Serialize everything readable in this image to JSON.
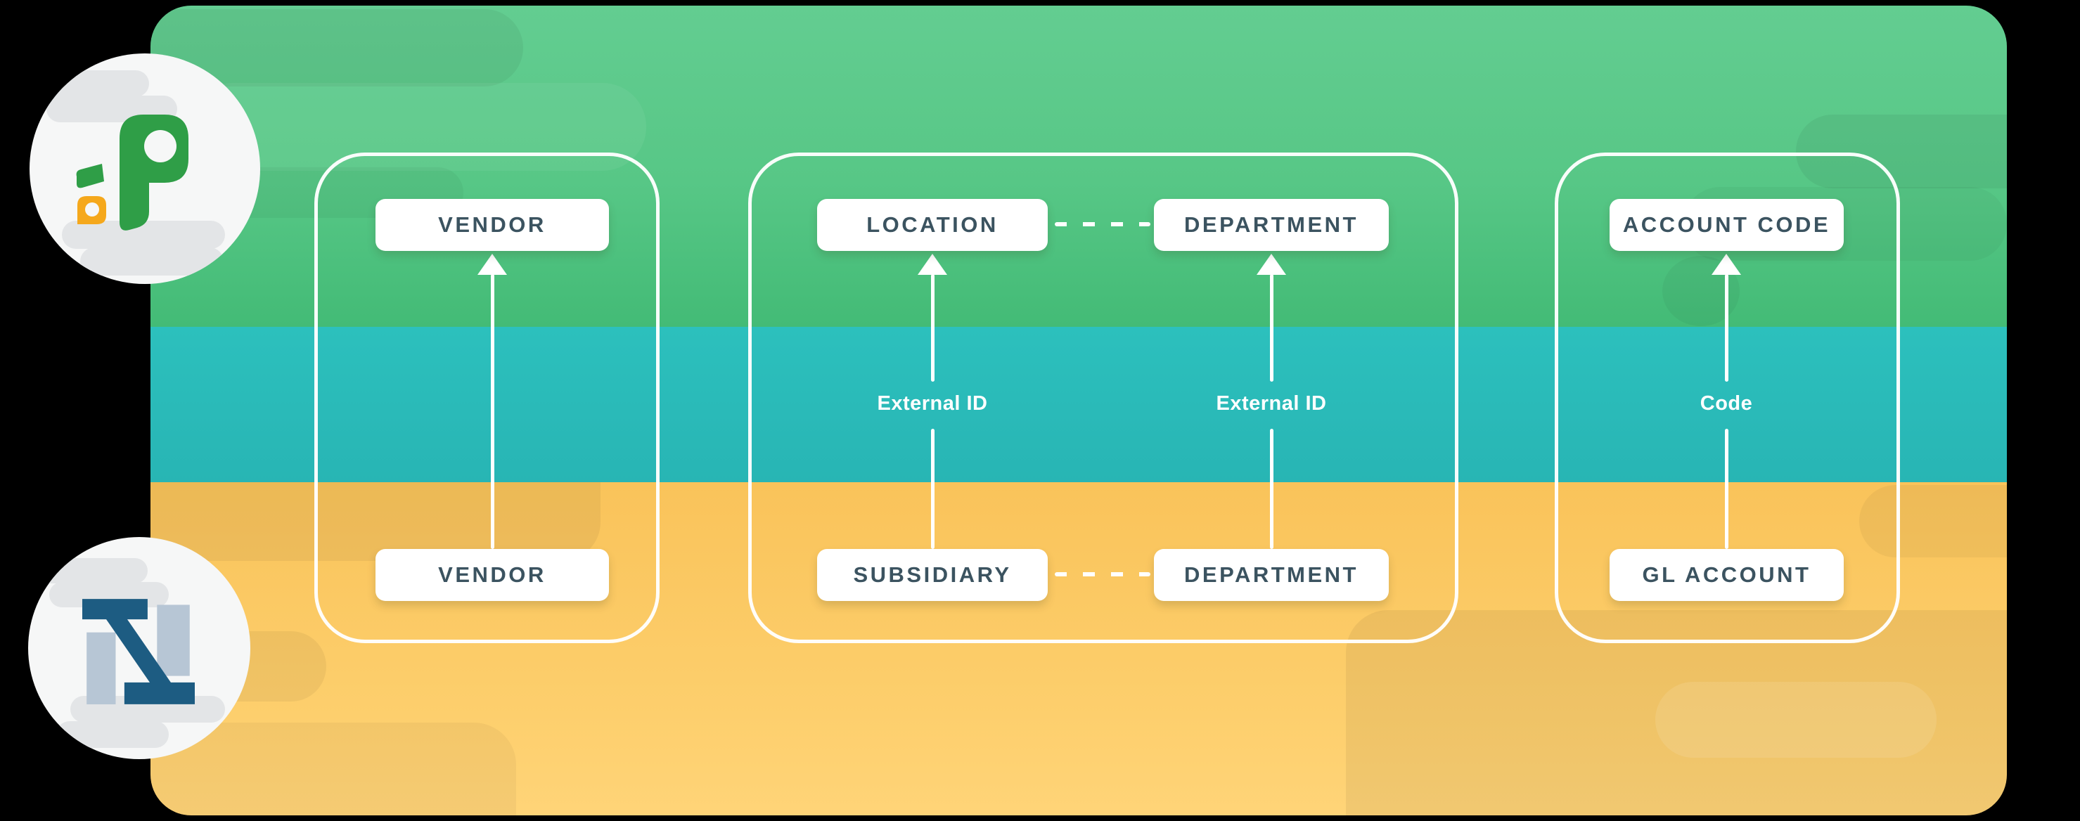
{
  "diagram": {
    "source_logo": "procurify-leaf-logo",
    "target_logo": "netsuite-n-logo",
    "groups": [
      {
        "top": "VENDOR",
        "bottom": "VENDOR",
        "connector_label": ""
      },
      {
        "link_style": "dashed",
        "columns": [
          {
            "top": "LOCATION",
            "bottom": "SUBSIDIARY",
            "connector_label": "External ID"
          },
          {
            "top": "DEPARTMENT",
            "bottom": "DEPARTMENT",
            "connector_label": "External ID"
          }
        ]
      },
      {
        "top": "ACCOUNT CODE",
        "bottom": "GL ACCOUNT",
        "connector_label": "Code"
      }
    ]
  },
  "colors": {
    "band_green": "#57c786",
    "band_teal": "#29b8b6",
    "band_yellow": "#fbc75f",
    "box_background": "#ffffff",
    "box_text": "#3b5360",
    "connector": "#ffffff",
    "procurify_green": "#2f9e47",
    "procurify_orange": "#f5a81c",
    "netsuite_dark_blue": "#1d5c82",
    "netsuite_light_blue": "#b7c6d5",
    "logo_circle_background": "#f6f7f7"
  }
}
